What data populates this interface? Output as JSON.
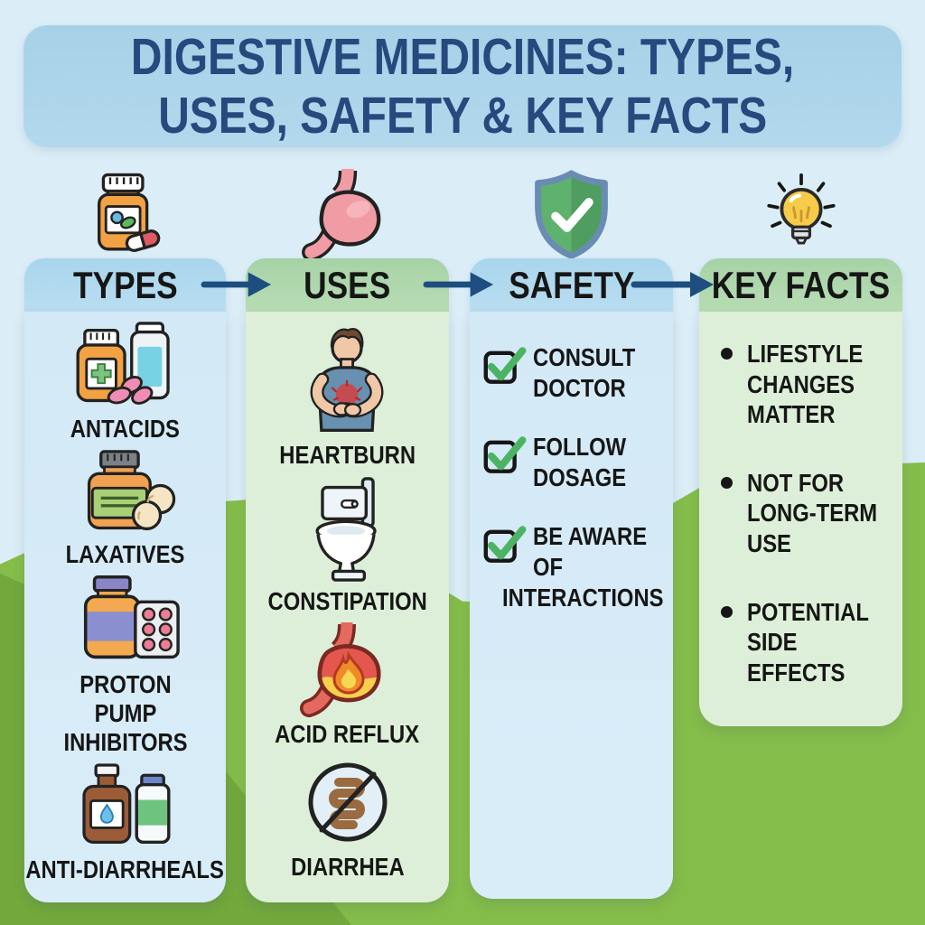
{
  "title": {
    "line1": "DIGESTIVE MEDICINES: TYPES,",
    "line2": "USES, SAFETY & KEY FACTS"
  },
  "palette": {
    "sky": "#dbedf7",
    "hill_green": "#85bd4a",
    "hill_dark_green": "#73a83c",
    "banner_blue": "#a7d1e8",
    "header_blue": "#a9d5ec",
    "panel_blue": "#d3e9f6",
    "header_green": "#a6d2a6",
    "panel_green": "#ddefd8",
    "title_navy": "#26497e",
    "arrow_navy": "#1d4e7f",
    "text_black": "#161616",
    "check_green": "#4db364"
  },
  "columns": {
    "types": {
      "header": "TYPES",
      "header_icon": "pill-bottle-icon",
      "items": [
        {
          "icon": "antacid-bottles-icon",
          "label": "ANTACIDS"
        },
        {
          "icon": "laxative-bottle-tablets-icon",
          "label": "LAXATIVES"
        },
        {
          "icon": "ppi-bottle-blister-icon",
          "label": "PROTON PUMP INHIBITORS"
        },
        {
          "icon": "anti-diarrheal-bottles-icon",
          "label": "ANTI-DIARRHEALS"
        }
      ]
    },
    "uses": {
      "header": "USES",
      "header_icon": "stomach-icon",
      "items": [
        {
          "icon": "heartburn-person-icon",
          "label": "HEARTBURN"
        },
        {
          "icon": "toilet-icon",
          "label": "CONSTIPATION"
        },
        {
          "icon": "acid-reflux-stomach-icon",
          "label": "ACID REFLUX"
        },
        {
          "icon": "no-diarrhea-icon",
          "label": "DIARRHEA"
        }
      ]
    },
    "safety": {
      "header": "SAFETY",
      "header_icon": "shield-check-icon",
      "items": [
        {
          "icon": "checkbox-check-icon",
          "lines": [
            "CONSULT",
            "DOCTOR"
          ]
        },
        {
          "icon": "checkbox-check-icon",
          "lines": [
            "FOLLOW",
            "DOSAGE"
          ]
        },
        {
          "icon": "checkbox-check-icon",
          "lines": [
            "BE AWARE",
            "OF",
            "INTERACTIONS"
          ]
        }
      ]
    },
    "key_facts": {
      "header": "KEY FACTS",
      "header_icon": "lightbulb-icon",
      "items": [
        {
          "lines": [
            "LIFESTYLE",
            "CHANGES",
            "MATTER"
          ]
        },
        {
          "lines": [
            "NOT FOR",
            "LONG-TERM",
            "USE"
          ]
        },
        {
          "lines": [
            "POTENTIAL",
            "SIDE",
            "EFFECTS"
          ]
        }
      ]
    }
  }
}
